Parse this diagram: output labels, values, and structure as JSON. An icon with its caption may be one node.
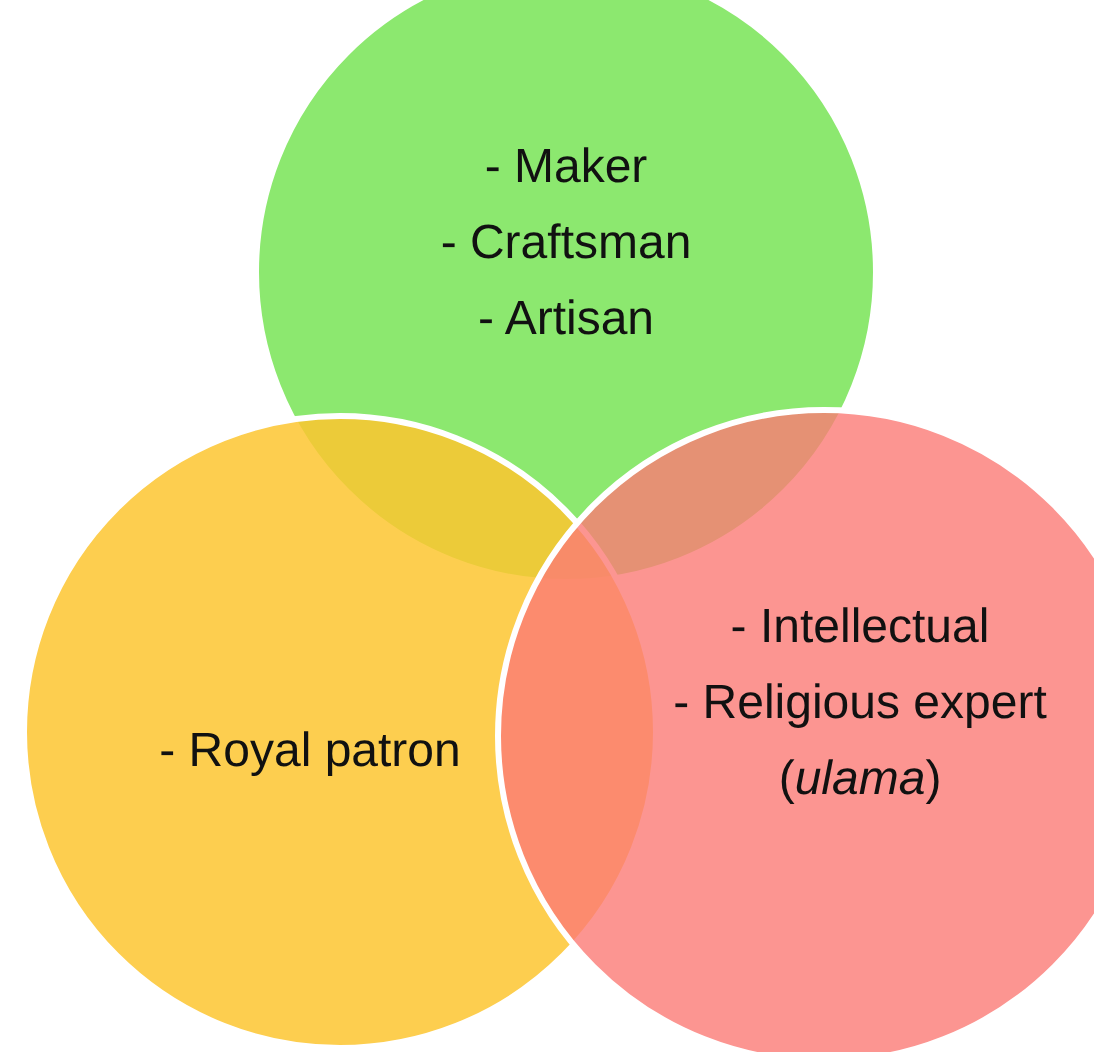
{
  "diagram": {
    "nodes": [
      {
        "text": [
          "- Maker",
          "- Craftsman",
          "- Artisan"
        ]
      },
      {
        "text": [
          "- Royal patron"
        ]
      },
      {
        "text": [
          "- Intellectual",
          "- Religious expert",
          "(*ulama*)"
        ]
      }
    ]
  }
}
